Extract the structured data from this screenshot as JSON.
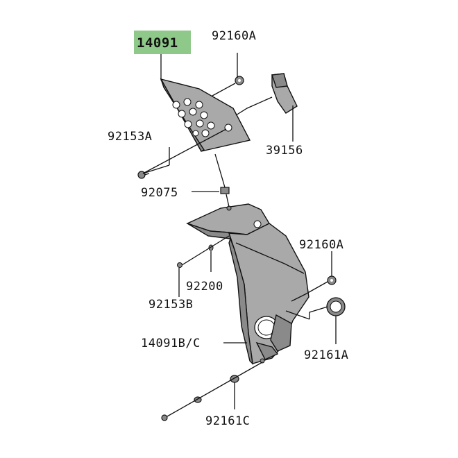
{
  "diagram": {
    "colors": {
      "highlight": "#8fc98a",
      "part_fill": "#a9a9a9",
      "part_dark": "#8a8a8a",
      "line": "#111111",
      "background": "#ffffff"
    },
    "labels": {
      "p14091": "14091",
      "p92160a_top": "92160A",
      "p92153a": "92153A",
      "p39156": "39156",
      "p92075": "92075",
      "p92160a_right": "92160A",
      "p92200": "92200",
      "p92153b": "92153B",
      "p14091bc": "14091B/C",
      "p92161a": "92161A",
      "p92161c": "92161C"
    }
  }
}
